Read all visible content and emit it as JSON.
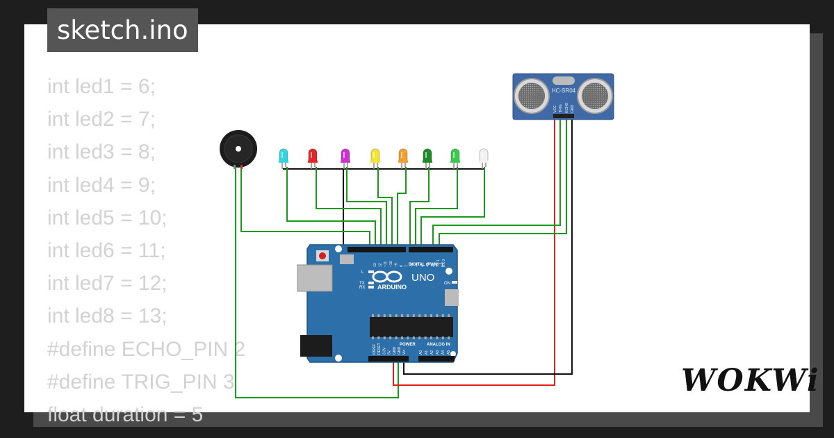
{
  "window": {
    "title": "sketch.ino"
  },
  "code_lines": [
    "int led1 = 6;",
    "int led2 = 7;",
    "int led3 = 8;",
    "int led4 = 9;",
    "int led5 = 10;",
    "int led6 = 11;",
    "int led7 = 12;",
    "int led8 = 13;",
    "#define ECHO_PIN 2",
    "#define TRIG_PIN 3",
    "float duration = 5"
  ],
  "board": {
    "brand": "ARDUINO",
    "model": "UNO",
    "digital_label": "DIGITAL (PWM ~)",
    "power_label": "POWER",
    "analog_label": "ANALOG IN",
    "on_label": "ON",
    "tx_label": "TX",
    "rx_label": "RX",
    "l_label": "L",
    "aref_label": "AREF",
    "gnd_label": "GND",
    "analog_pins": [
      "A0",
      "A1",
      "A2",
      "A3",
      "A4",
      "A5"
    ],
    "power_pins": [
      "IOREF",
      "RESET",
      "3.3V",
      "5V",
      "GND",
      "GND",
      "Vin"
    ],
    "digital_pins": [
      "13",
      "12",
      "~11",
      "~10",
      "~9",
      "8",
      "7",
      "~6",
      "~5",
      "4",
      "~3",
      "2",
      "TX 1",
      "RX 0"
    ]
  },
  "sensor": {
    "model": "HC-SR04",
    "pins": [
      "VCC",
      "TRIG",
      "ECHO",
      "GND"
    ]
  },
  "leds": [
    {
      "color": "#33d6e0"
    },
    {
      "color": "#e02828"
    },
    {
      "color": "#cc33cc"
    },
    {
      "color": "#f2e530"
    },
    {
      "color": "#f0a030"
    },
    {
      "color": "#1f8a2a"
    },
    {
      "color": "#3cc84a"
    },
    {
      "color": "#f2f2f2"
    }
  ],
  "colors": {
    "board": "#2d6fa8",
    "wire_green": "#1a9a1a",
    "wire_red": "#e41b1b",
    "wire_black": "#111111"
  },
  "logo": {
    "text": "WOKWi"
  }
}
